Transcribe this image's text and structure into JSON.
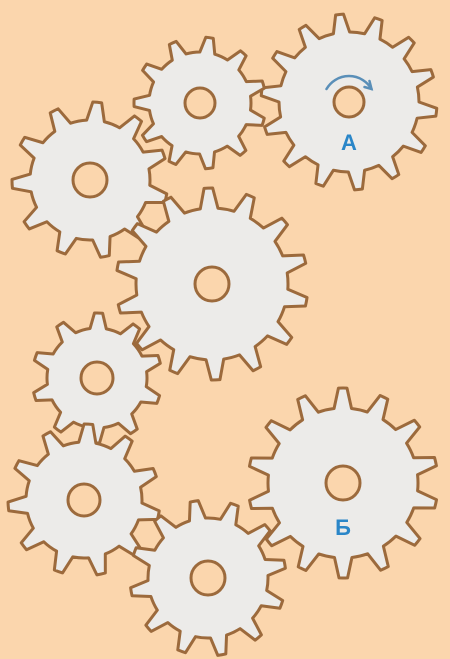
{
  "diagram": {
    "background_color": "#fbd6ad",
    "gear_color": "#ecebe9",
    "outline_color": "#9c6a3c",
    "label_color": "#2a86c8",
    "gears": [
      {
        "id": "gear-a",
        "label": "А",
        "teeth": 14,
        "has_rotation_arrow": true
      },
      {
        "id": "gear-top-middle",
        "label": "",
        "teeth": 11,
        "has_rotation_arrow": false
      },
      {
        "id": "gear-upper-left",
        "label": "",
        "teeth": 11,
        "has_rotation_arrow": false
      },
      {
        "id": "gear-center",
        "label": "",
        "teeth": 14,
        "has_rotation_arrow": false
      },
      {
        "id": "gear-middle-left",
        "label": "",
        "teeth": 10,
        "has_rotation_arrow": false
      },
      {
        "id": "gear-lower-left",
        "label": "",
        "teeth": 11,
        "has_rotation_arrow": false
      },
      {
        "id": "gear-bottom-middle",
        "label": "",
        "teeth": 12,
        "has_rotation_arrow": false
      },
      {
        "id": "gear-b",
        "label": "Б",
        "teeth": 14,
        "has_rotation_arrow": false
      }
    ]
  }
}
